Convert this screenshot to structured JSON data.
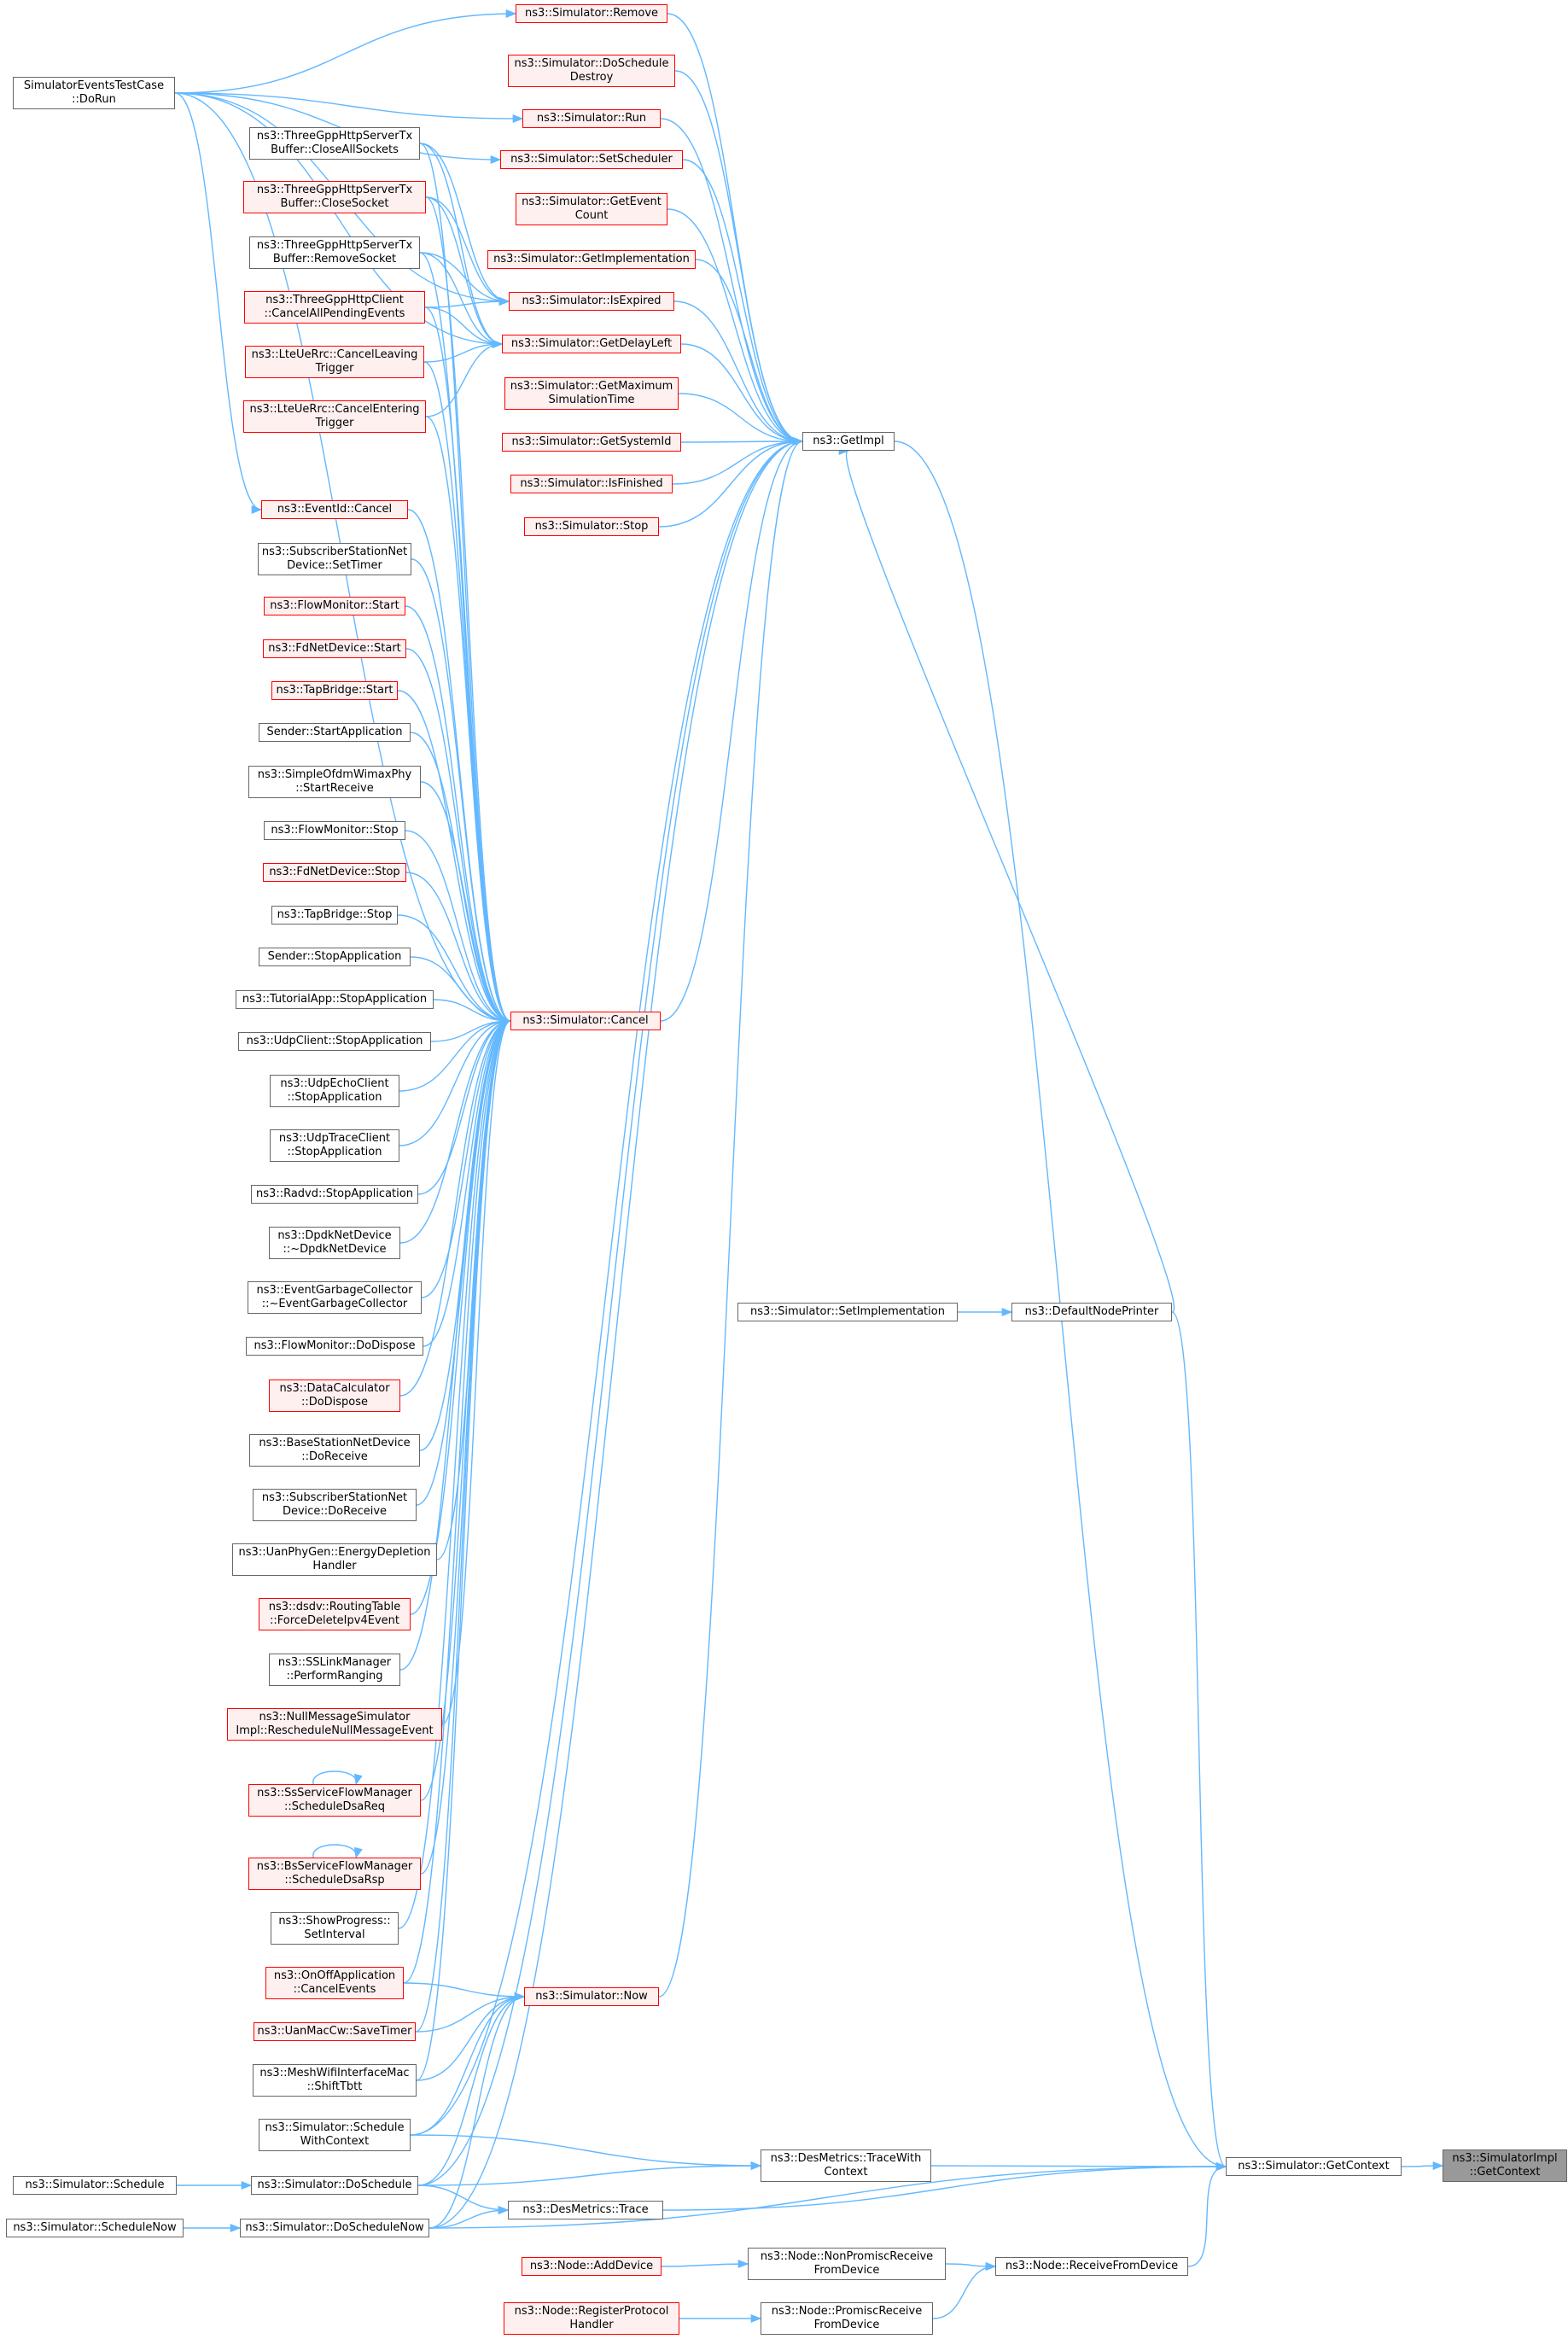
{
  "colors": {
    "edge": "#63b8ff",
    "border_normal": "#666666",
    "border_red": "#ff0000",
    "fill_red": "#fff0f0",
    "fill_root": "#999999"
  },
  "nodes": [
    {
      "id": "root",
      "lines": [
        "ns3::SimulatorImpl",
        "::GetContext"
      ],
      "style": "root"
    },
    {
      "id": "getcontext",
      "lines": [
        "ns3::Simulator::GetContext"
      ],
      "style": "normal"
    },
    {
      "id": "getimpl",
      "lines": [
        "ns3::GetImpl"
      ],
      "style": "normal"
    },
    {
      "id": "defaultnodeprinter",
      "lines": [
        "ns3::DefaultNodePrinter"
      ],
      "style": "normal"
    },
    {
      "id": "setimplementation",
      "lines": [
        "ns3::Simulator::SetImplementation"
      ],
      "style": "normal"
    },
    {
      "id": "tracewithcontext",
      "lines": [
        "ns3::DesMetrics::TraceWith",
        "Context"
      ],
      "style": "normal"
    },
    {
      "id": "trace",
      "lines": [
        "ns3::DesMetrics::Trace"
      ],
      "style": "normal"
    },
    {
      "id": "receivefromdevice",
      "lines": [
        "ns3::Node::ReceiveFromDevice"
      ],
      "style": "normal"
    },
    {
      "id": "nonpromisc",
      "lines": [
        "ns3::Node::NonPromiscReceive",
        "FromDevice"
      ],
      "style": "normal"
    },
    {
      "id": "promisc",
      "lines": [
        "ns3::Node::PromiscReceive",
        "FromDevice"
      ],
      "style": "normal"
    },
    {
      "id": "adddevice",
      "lines": [
        "ns3::Node::AddDevice"
      ],
      "style": "red"
    },
    {
      "id": "registerprotocol",
      "lines": [
        "ns3::Node::RegisterProtocol",
        "Handler"
      ],
      "style": "red"
    },
    {
      "id": "remove",
      "lines": [
        "ns3::Simulator::Remove"
      ],
      "style": "red"
    },
    {
      "id": "doscheduledestroy",
      "lines": [
        "ns3::Simulator::DoSchedule",
        "Destroy"
      ],
      "style": "red"
    },
    {
      "id": "run",
      "lines": [
        "ns3::Simulator::Run"
      ],
      "style": "red"
    },
    {
      "id": "setscheduler",
      "lines": [
        "ns3::Simulator::SetScheduler"
      ],
      "style": "red"
    },
    {
      "id": "geteventcount",
      "lines": [
        "ns3::Simulator::GetEvent",
        "Count"
      ],
      "style": "red"
    },
    {
      "id": "getimplementation",
      "lines": [
        "ns3::Simulator::GetImplementation"
      ],
      "style": "red"
    },
    {
      "id": "isexpired",
      "lines": [
        "ns3::Simulator::IsExpired"
      ],
      "style": "red"
    },
    {
      "id": "getdelayleft",
      "lines": [
        "ns3::Simulator::GetDelayLeft"
      ],
      "style": "red"
    },
    {
      "id": "getmaxsimtime",
      "lines": [
        "ns3::Simulator::GetMaximum",
        "SimulationTime"
      ],
      "style": "red"
    },
    {
      "id": "getsystemid",
      "lines": [
        "ns3::Simulator::GetSystemId"
      ],
      "style": "red"
    },
    {
      "id": "isfinished",
      "lines": [
        "ns3::Simulator::IsFinished"
      ],
      "style": "red"
    },
    {
      "id": "stop",
      "lines": [
        "ns3::Simulator::Stop"
      ],
      "style": "red"
    },
    {
      "id": "cancel",
      "lines": [
        "ns3::Simulator::Cancel"
      ],
      "style": "red"
    },
    {
      "id": "now",
      "lines": [
        "ns3::Simulator::Now"
      ],
      "style": "red"
    },
    {
      "id": "simeventstest",
      "lines": [
        "SimulatorEventsTestCase",
        "::DoRun"
      ],
      "style": "normal"
    },
    {
      "id": "closeallsockets",
      "lines": [
        "ns3::ThreeGppHttpServerTx",
        "Buffer::CloseAllSockets"
      ],
      "style": "normal"
    },
    {
      "id": "closesocket",
      "lines": [
        "ns3::ThreeGppHttpServerTx",
        "Buffer::CloseSocket"
      ],
      "style": "red"
    },
    {
      "id": "removesocket",
      "lines": [
        "ns3::ThreeGppHttpServerTx",
        "Buffer::RemoveSocket"
      ],
      "style": "normal"
    },
    {
      "id": "cancelallpending",
      "lines": [
        "ns3::ThreeGppHttpClient",
        "::CancelAllPendingEvents"
      ],
      "style": "red"
    },
    {
      "id": "cancelleaving",
      "lines": [
        "ns3::LteUeRrc::CancelLeaving",
        "Trigger"
      ],
      "style": "red"
    },
    {
      "id": "cancelentering",
      "lines": [
        "ns3::LteUeRrc::CancelEntering",
        "Trigger"
      ],
      "style": "red"
    },
    {
      "id": "eventidcancel",
      "lines": [
        "ns3::EventId::Cancel"
      ],
      "style": "red"
    },
    {
      "id": "sssettimer",
      "lines": [
        "ns3::SubscriberStationNet",
        "Device::SetTimer"
      ],
      "style": "normal"
    },
    {
      "id": "flowmonstart",
      "lines": [
        "ns3::FlowMonitor::Start"
      ],
      "style": "red"
    },
    {
      "id": "fdnetstart",
      "lines": [
        "ns3::FdNetDevice::Start"
      ],
      "style": "red"
    },
    {
      "id": "tapbridgestart",
      "lines": [
        "ns3::TapBridge::Start"
      ],
      "style": "red"
    },
    {
      "id": "senderstartapp",
      "lines": [
        "Sender::StartApplication"
      ],
      "style": "normal"
    },
    {
      "id": "simpleofdm",
      "lines": [
        "ns3::SimpleOfdmWimaxPhy",
        "::StartReceive"
      ],
      "style": "normal"
    },
    {
      "id": "flowmonstop",
      "lines": [
        "ns3::FlowMonitor::Stop"
      ],
      "style": "normal"
    },
    {
      "id": "fdnetstop",
      "lines": [
        "ns3::FdNetDevice::Stop"
      ],
      "style": "red"
    },
    {
      "id": "tapbridgestop",
      "lines": [
        "ns3::TapBridge::Stop"
      ],
      "style": "normal"
    },
    {
      "id": "senderstopapp",
      "lines": [
        "Sender::StopApplication"
      ],
      "style": "normal"
    },
    {
      "id": "tutorialapp",
      "lines": [
        "ns3::TutorialApp::StopApplication"
      ],
      "style": "normal"
    },
    {
      "id": "udpclient",
      "lines": [
        "ns3::UdpClient::StopApplication"
      ],
      "style": "normal"
    },
    {
      "id": "udpechoclient",
      "lines": [
        "ns3::UdpEchoClient",
        "::StopApplication"
      ],
      "style": "normal"
    },
    {
      "id": "udptraceclient",
      "lines": [
        "ns3::UdpTraceClient",
        "::StopApplication"
      ],
      "style": "normal"
    },
    {
      "id": "radvd",
      "lines": [
        "ns3::Radvd::StopApplication"
      ],
      "style": "normal"
    },
    {
      "id": "dpdknet",
      "lines": [
        "ns3::DpdkNetDevice",
        "::~DpdkNetDevice"
      ],
      "style": "normal"
    },
    {
      "id": "eventgc",
      "lines": [
        "ns3::EventGarbageCollector",
        "::~EventGarbageCollector"
      ],
      "style": "normal"
    },
    {
      "id": "flowmondispose",
      "lines": [
        "ns3::FlowMonitor::DoDispose"
      ],
      "style": "normal"
    },
    {
      "id": "datacalcdispose",
      "lines": [
        "ns3::DataCalculator",
        "::DoDispose"
      ],
      "style": "red"
    },
    {
      "id": "bsdoreceive",
      "lines": [
        "ns3::BaseStationNetDevice",
        "::DoReceive"
      ],
      "style": "normal"
    },
    {
      "id": "ssdoreceive",
      "lines": [
        "ns3::SubscriberStationNet",
        "Device::DoReceive"
      ],
      "style": "normal"
    },
    {
      "id": "uanphygen",
      "lines": [
        "ns3::UanPhyGen::EnergyDepletion",
        "Handler"
      ],
      "style": "normal"
    },
    {
      "id": "dsdv",
      "lines": [
        "ns3::dsdv::RoutingTable",
        "::ForceDeleteIpv4Event"
      ],
      "style": "red"
    },
    {
      "id": "sslinkmanager",
      "lines": [
        "ns3::SSLinkManager",
        "::PerformRanging"
      ],
      "style": "normal"
    },
    {
      "id": "nullmsg",
      "lines": [
        "ns3::NullMessageSimulator",
        "Impl::RescheduleNullMessageEvent"
      ],
      "style": "red"
    },
    {
      "id": "ssserviceflow",
      "lines": [
        "ns3::SsServiceFlowManager",
        "::ScheduleDsaReq"
      ],
      "style": "red"
    },
    {
      "id": "bsserviceflow",
      "lines": [
        "ns3::BsServiceFlowManager",
        "::ScheduleDsaRsp"
      ],
      "style": "red"
    },
    {
      "id": "showprogress",
      "lines": [
        "ns3::ShowProgress::",
        "SetInterval"
      ],
      "style": "normal"
    },
    {
      "id": "onoffapp",
      "lines": [
        "ns3::OnOffApplication",
        "::CancelEvents"
      ],
      "style": "red"
    },
    {
      "id": "uanmaccw",
      "lines": [
        "ns3::UanMacCw::SaveTimer"
      ],
      "style": "red"
    },
    {
      "id": "meshwifi",
      "lines": [
        "ns3::MeshWifiInterfaceMac",
        "::ShiftTbtt"
      ],
      "style": "normal"
    },
    {
      "id": "schedwithctx",
      "lines": [
        "ns3::Simulator::Schedule",
        "WithContext"
      ],
      "style": "normal"
    },
    {
      "id": "doschedule",
      "lines": [
        "ns3::Simulator::DoSchedule"
      ],
      "style": "normal"
    },
    {
      "id": "doschedulenow",
      "lines": [
        "ns3::Simulator::DoScheduleNow"
      ],
      "style": "normal"
    },
    {
      "id": "schedule",
      "lines": [
        "ns3::Simulator::Schedule"
      ],
      "style": "normal"
    },
    {
      "id": "schedulenow",
      "lines": [
        "ns3::Simulator::ScheduleNow"
      ],
      "style": "normal"
    }
  ],
  "edges": [
    [
      "getcontext",
      "root"
    ],
    [
      "tracewithcontext",
      "getcontext"
    ],
    [
      "trace",
      "getcontext"
    ],
    [
      "receivefromdevice",
      "getcontext"
    ],
    [
      "doschedulenow",
      "getcontext"
    ],
    [
      "defaultnodeprinter",
      "getcontext"
    ],
    [
      "nonpromisc",
      "receivefromdevice"
    ],
    [
      "promisc",
      "receivefromdevice"
    ],
    [
      "adddevice",
      "nonpromisc"
    ],
    [
      "registerprotocol",
      "promisc"
    ],
    [
      "schedwithctx",
      "tracewithcontext"
    ],
    [
      "doschedule",
      "tracewithcontext"
    ],
    [
      "doschedule",
      "trace"
    ],
    [
      "doschedulenow",
      "trace"
    ],
    [
      "schedule",
      "doschedule"
    ],
    [
      "schedulenow",
      "doschedulenow"
    ],
    [
      "defaultnodeprinter",
      "getimpl"
    ],
    [
      "getimpl",
      "getcontext"
    ],
    [
      "setimplementation",
      "defaultnodeprinter"
    ],
    [
      "remove",
      "getimpl"
    ],
    [
      "doscheduledestroy",
      "getimpl"
    ],
    [
      "run",
      "getimpl"
    ],
    [
      "setscheduler",
      "getimpl"
    ],
    [
      "geteventcount",
      "getimpl"
    ],
    [
      "getimplementation",
      "getimpl"
    ],
    [
      "isexpired",
      "getimpl"
    ],
    [
      "getdelayleft",
      "getimpl"
    ],
    [
      "getmaxsimtime",
      "getimpl"
    ],
    [
      "getsystemid",
      "getimpl"
    ],
    [
      "isfinished",
      "getimpl"
    ],
    [
      "stop",
      "getimpl"
    ],
    [
      "cancel",
      "getimpl"
    ],
    [
      "now",
      "getimpl"
    ],
    [
      "schedwithctx",
      "getimpl"
    ],
    [
      "doschedule",
      "getimpl"
    ],
    [
      "doschedulenow",
      "getimpl"
    ],
    [
      "simeventstest",
      "remove"
    ],
    [
      "simeventstest",
      "run"
    ],
    [
      "simeventstest",
      "setscheduler"
    ],
    [
      "simeventstest",
      "isexpired"
    ],
    [
      "simeventstest",
      "getdelayleft"
    ],
    [
      "simeventstest",
      "cancel"
    ],
    [
      "closeallsockets",
      "isexpired"
    ],
    [
      "closesocket",
      "isexpired"
    ],
    [
      "removesocket",
      "isexpired"
    ],
    [
      "cancelallpending",
      "isexpired"
    ],
    [
      "closeallsockets",
      "getdelayleft"
    ],
    [
      "closesocket",
      "getdelayleft"
    ],
    [
      "removesocket",
      "getdelayleft"
    ],
    [
      "cancelallpending",
      "getdelayleft"
    ],
    [
      "cancelleaving",
      "getdelayleft"
    ],
    [
      "cancelentering",
      "getdelayleft"
    ],
    [
      "closeallsockets",
      "cancel"
    ],
    [
      "closesocket",
      "cancel"
    ],
    [
      "removesocket",
      "cancel"
    ],
    [
      "cancelallpending",
      "cancel"
    ],
    [
      "cancelleaving",
      "cancel"
    ],
    [
      "cancelentering",
      "cancel"
    ],
    [
      "eventidcancel",
      "cancel"
    ],
    [
      "sssettimer",
      "cancel"
    ],
    [
      "flowmonstart",
      "cancel"
    ],
    [
      "fdnetstart",
      "cancel"
    ],
    [
      "tapbridgestart",
      "cancel"
    ],
    [
      "senderstartapp",
      "cancel"
    ],
    [
      "simpleofdm",
      "cancel"
    ],
    [
      "flowmonstop",
      "cancel"
    ],
    [
      "fdnetstop",
      "cancel"
    ],
    [
      "tapbridgestop",
      "cancel"
    ],
    [
      "senderstopapp",
      "cancel"
    ],
    [
      "tutorialapp",
      "cancel"
    ],
    [
      "udpclient",
      "cancel"
    ],
    [
      "udpechoclient",
      "cancel"
    ],
    [
      "udptraceclient",
      "cancel"
    ],
    [
      "radvd",
      "cancel"
    ],
    [
      "dpdknet",
      "cancel"
    ],
    [
      "eventgc",
      "cancel"
    ],
    [
      "flowmondispose",
      "cancel"
    ],
    [
      "datacalcdispose",
      "cancel"
    ],
    [
      "bsdoreceive",
      "cancel"
    ],
    [
      "ssdoreceive",
      "cancel"
    ],
    [
      "uanphygen",
      "cancel"
    ],
    [
      "dsdv",
      "cancel"
    ],
    [
      "sslinkmanager",
      "cancel"
    ],
    [
      "nullmsg",
      "cancel"
    ],
    [
      "ssserviceflow",
      "cancel"
    ],
    [
      "bsserviceflow",
      "cancel"
    ],
    [
      "showprogress",
      "cancel"
    ],
    [
      "onoffapp",
      "cancel"
    ],
    [
      "uanmaccw",
      "cancel"
    ],
    [
      "meshwifi",
      "cancel"
    ],
    [
      "simeventstest",
      "eventidcancel"
    ],
    [
      "onoffapp",
      "now"
    ],
    [
      "uanmaccw",
      "now"
    ],
    [
      "meshwifi",
      "now"
    ],
    [
      "schedwithctx",
      "now"
    ],
    [
      "doschedule",
      "now"
    ],
    [
      "doschedulenow",
      "now"
    ],
    [
      "ssserviceflow",
      "ssserviceflow"
    ],
    [
      "bsserviceflow",
      "bsserviceflow"
    ]
  ]
}
